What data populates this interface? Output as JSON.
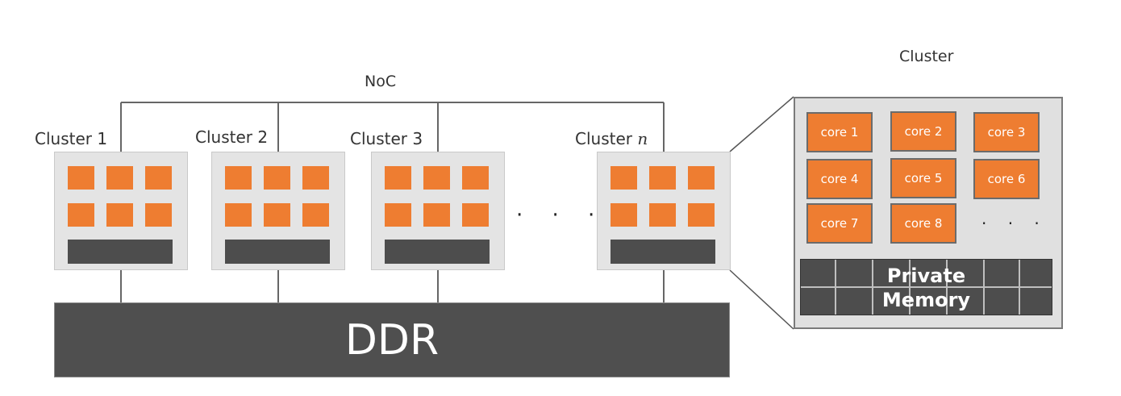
{
  "noc": {
    "label": "NoC"
  },
  "clusters": [
    {
      "label": "Cluster 1"
    },
    {
      "label": "Cluster 2"
    },
    {
      "label": "Cluster 3"
    },
    {
      "label": "Cluster ",
      "suffix": "n"
    }
  ],
  "ellipsis": "· · ·",
  "ddr": {
    "label": "DDR"
  },
  "detail": {
    "title": "Cluster",
    "cores": [
      "core 1",
      "core 2",
      "core 3",
      "core 4",
      "core 5",
      "core 6",
      "core 7",
      "core 8"
    ],
    "ellipsis": "· · ·",
    "private_memory": {
      "line1": "Private",
      "line2": "Memory"
    }
  },
  "colors": {
    "core": "#ee7d31",
    "memory": "#4d4d4d",
    "cluster_bg": "#e4e4e4",
    "ddr": "#4f4f4f"
  }
}
